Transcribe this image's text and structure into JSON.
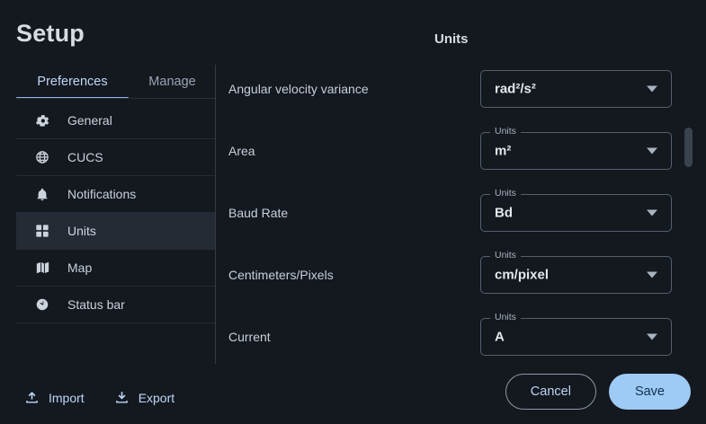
{
  "window": {
    "title": "Setup",
    "section_header": "Units",
    "bg_color": "#14181f",
    "accent_color": "#9ecbf5"
  },
  "tabs": [
    {
      "label": "Preferences",
      "active": true
    },
    {
      "label": "Manage",
      "active": false
    }
  ],
  "sidebar": {
    "items": [
      {
        "label": "General",
        "icon": "gear-icon",
        "active": false
      },
      {
        "label": "CUCS",
        "icon": "globe-icon",
        "active": false
      },
      {
        "label": "Notifications",
        "icon": "bell-icon",
        "active": false
      },
      {
        "label": "Units",
        "icon": "grid-icon",
        "active": true
      },
      {
        "label": "Map",
        "icon": "map-icon",
        "active": false
      },
      {
        "label": "Status bar",
        "icon": "clock-icon",
        "active": false
      }
    ]
  },
  "settings": {
    "field_legend": "Units",
    "rows": [
      {
        "label": "Angular velocity variance",
        "value": "rad²/s²",
        "clipped": true
      },
      {
        "label": "Area",
        "value": "m²",
        "clipped": false
      },
      {
        "label": "Baud Rate",
        "value": "Bd",
        "clipped": false
      },
      {
        "label": "Centimeters/Pixels",
        "value": "cm/pixel",
        "clipped": false
      },
      {
        "label": "Current",
        "value": "A",
        "clipped": false
      }
    ]
  },
  "actions": {
    "import_label": "Import",
    "export_label": "Export",
    "cancel_label": "Cancel",
    "save_label": "Save"
  }
}
